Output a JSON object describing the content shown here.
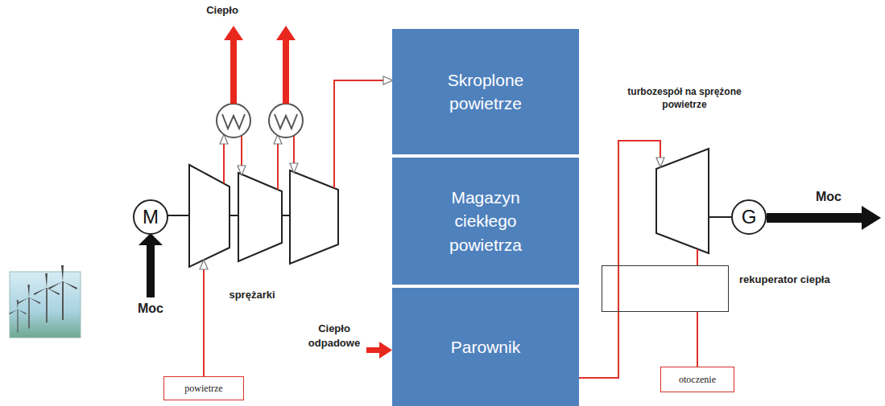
{
  "diagram": {
    "nodes": [
      {
        "text": [
          "Skroplone powietrze"
        ]
      },
      {
        "text": [
          "Magazyn ciekłego powietrza"
        ]
      },
      {
        "text": [
          "M"
        ]
      },
      {
        "text": [
          "G"
        ]
      },
      {
        "text": [
          "rekuperator ciepła"
        ]
      },
      {
        "text": [
          "Parownik"
        ]
      },
      {
        "text": [
          "powietrze"
        ]
      },
      {
        "text": [
          "otoczenie"
        ]
      }
    ],
    "edges": [
      {
        "from": 4,
        "to": 7,
        "arrow": "none"
      }
    ],
    "labels": [
      "Ciepło",
      "turbozespół na sprężone powietrze",
      "Moc",
      "Moc",
      "sprężarki",
      "Ciepło odpadowe"
    ]
  }
}
